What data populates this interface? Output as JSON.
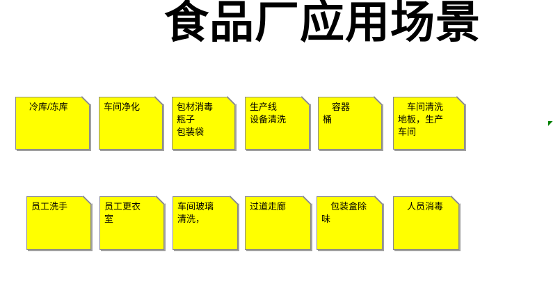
{
  "slide": {
    "title": "食品厂应用场景",
    "colors": {
      "note_fill": "#ffff00",
      "note_border": "#8a8a8a",
      "note_shadow": "#a0a0a0",
      "marker_green": "#008000",
      "title_color": "#000000",
      "background": "#ffffff"
    },
    "rows": [
      {
        "notes": [
          {
            "text": "　冷库/冻库"
          },
          {
            "text": "车间净化"
          },
          {
            "text": "包材消毒\n瓶子\n包装袋"
          },
          {
            "text": "生产线\n设备清洗"
          },
          {
            "text": "　容器\n桶"
          },
          {
            "text": "　车间清洗\n地板，生产\n车间"
          }
        ]
      },
      {
        "notes": [
          {
            "text": "员工洗手"
          },
          {
            "text": "员工更衣\n室"
          },
          {
            "text": "车间玻璃\n清洗，"
          },
          {
            "text": "过道走廊"
          },
          {
            "text": "　包装盒除\n味"
          },
          {
            "text": "　人员消毒"
          }
        ]
      }
    ]
  }
}
